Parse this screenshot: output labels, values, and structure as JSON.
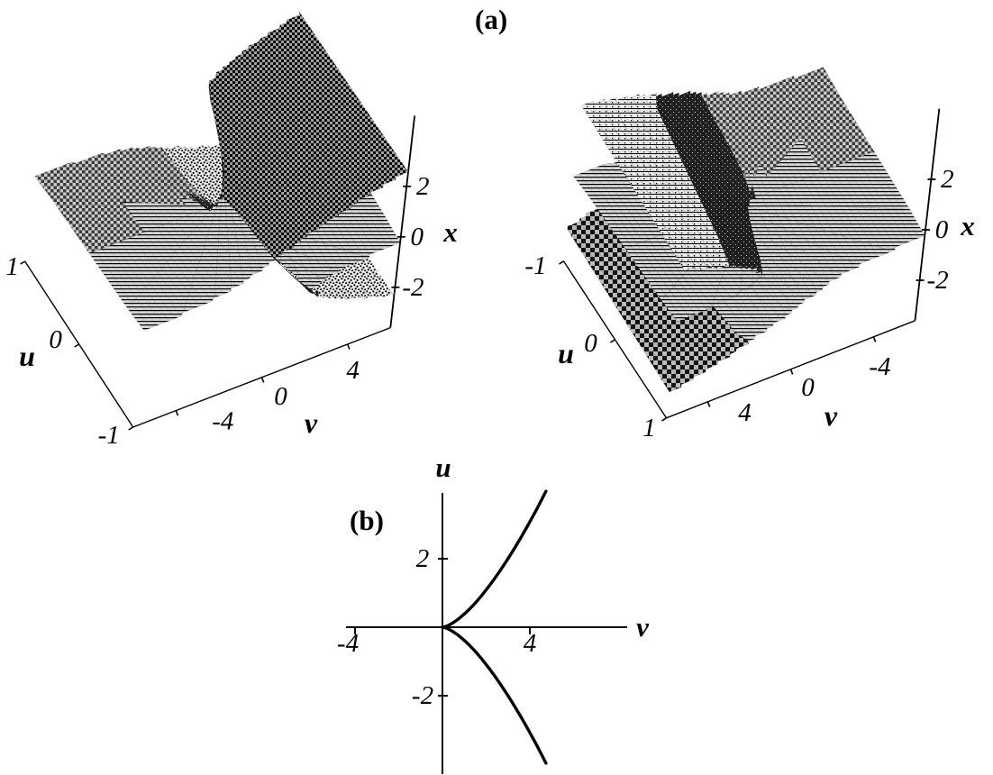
{
  "figure": {
    "panel_a": {
      "label": "(a)"
    },
    "panel_b": {
      "label": "(b)"
    },
    "background": "#ffffff",
    "ink": "#000000"
  },
  "chart_data": [
    {
      "id": "surface-view-1",
      "type": "surface",
      "panel": "(a) left",
      "equation": "x^3 - v*x + u = 0 (cusp equilibrium surface, view 1)",
      "axes": {
        "u": {
          "label": "u",
          "range": [
            -1,
            1
          ],
          "ticks": [
            1,
            0,
            -1
          ],
          "tick_labels": [
            "1",
            "0",
            "-1"
          ]
        },
        "v": {
          "label": "v",
          "range": [
            -6,
            6
          ],
          "ticks": [
            -4,
            0,
            4
          ],
          "tick_labels": [
            "-4",
            "0",
            "4"
          ]
        },
        "x": {
          "label": "x",
          "range": [
            -2.8,
            2.8
          ],
          "ticks": [
            2,
            0,
            -2
          ],
          "tick_labels": [
            "2",
            "0",
            "-2"
          ]
        }
      },
      "style": "black-and-white dithered hatched sheets, folded (multivalued) surface"
    },
    {
      "id": "surface-view-2",
      "type": "surface",
      "panel": "(a) right",
      "equation": "x^3 - v*x + u = 0 (cusp equilibrium surface, view rotated 180 deg)",
      "axes": {
        "u": {
          "label": "u",
          "range": [
            -1,
            1
          ],
          "ticks": [
            -1,
            0,
            1
          ],
          "tick_labels": [
            "-1",
            "0",
            "1"
          ]
        },
        "v": {
          "label": "v",
          "range": [
            -6,
            6
          ],
          "ticks": [
            4,
            0,
            -4
          ],
          "tick_labels": [
            "4",
            "0",
            "-4"
          ]
        },
        "x": {
          "label": "x",
          "range": [
            -2.8,
            2.8
          ],
          "ticks": [
            2,
            0,
            -2
          ],
          "tick_labels": [
            "2",
            "0",
            "-2"
          ]
        }
      },
      "style": "black-and-white dithered hatched sheets, folded (multivalued) surface"
    },
    {
      "id": "cusp-curve",
      "type": "line",
      "panel": "(b)",
      "axes": {
        "h": {
          "label": "v",
          "ticks": [
            -4,
            4
          ],
          "tick_labels": [
            "-4",
            "4"
          ],
          "range": [
            -4.5,
            8.3
          ]
        },
        "v": {
          "label": "u",
          "ticks": [
            2,
            -2
          ],
          "tick_labels": [
            "2",
            "-2"
          ],
          "range": [
            -4.3,
            4
          ]
        }
      },
      "curves": [
        {
          "name": "upper branch",
          "formula": "u = +2*(v/3)^1.5",
          "coef": 2,
          "scale": 3,
          "power": 1.5,
          "v_range": [
            0,
            4.78
          ]
        },
        {
          "name": "lower branch",
          "formula": "u = -2*(v/3)^1.5",
          "coef": -2,
          "scale": 3,
          "power": 1.5,
          "v_range": [
            0,
            4.78
          ]
        }
      ],
      "sample_points_upper": [
        [
          0,
          0
        ],
        [
          1,
          0.38
        ],
        [
          2,
          1.09
        ],
        [
          3,
          2.0
        ],
        [
          4,
          3.08
        ],
        [
          4.78,
          4.0
        ]
      ],
      "sample_points_lower": [
        [
          0,
          0
        ],
        [
          1,
          -0.38
        ],
        [
          2,
          -1.09
        ],
        [
          3,
          -2.0
        ],
        [
          4,
          -3.08
        ],
        [
          4.78,
          -4.0
        ]
      ],
      "grid": false,
      "legend": "none"
    }
  ]
}
